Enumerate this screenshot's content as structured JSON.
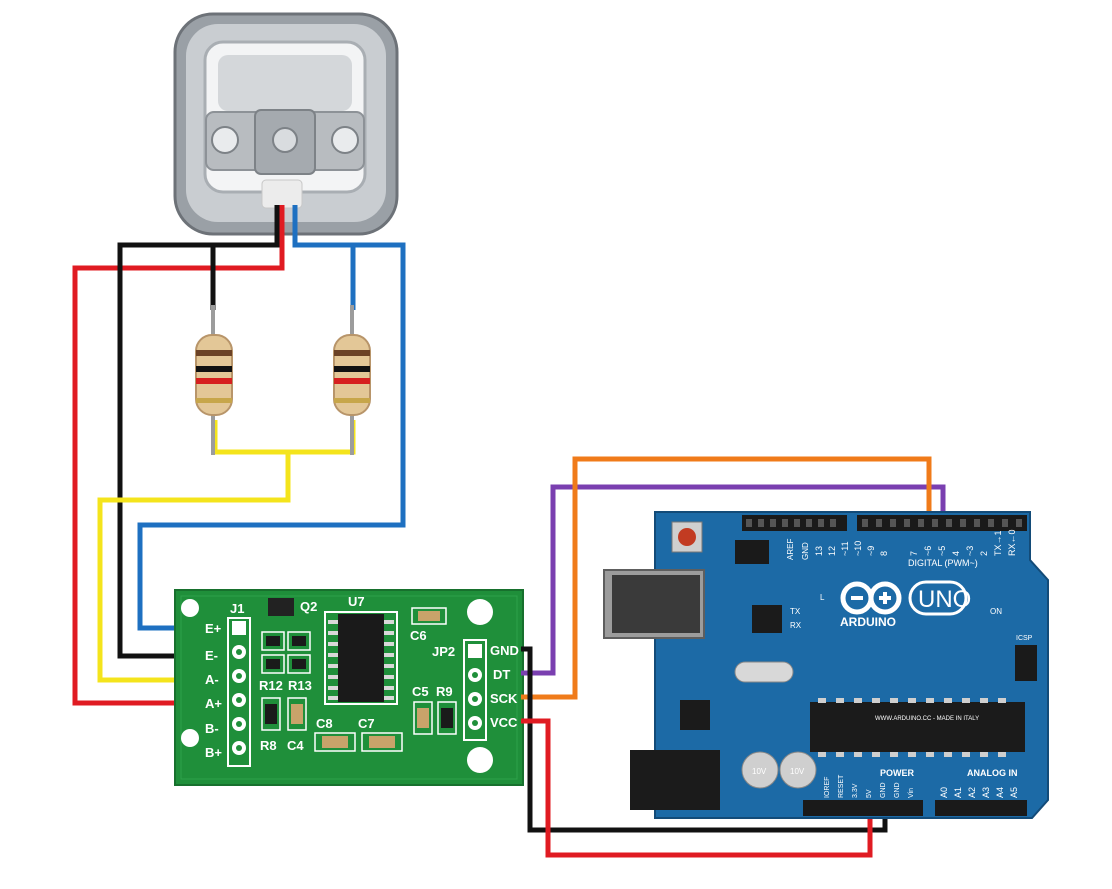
{
  "hx711": {
    "left_pins": [
      "E+",
      "E-",
      "A-",
      "A+",
      "B-",
      "B+"
    ],
    "right_pins": [
      "GND",
      "DT",
      "SCK",
      "VCC"
    ],
    "labels": {
      "j1": "J1",
      "q2": "Q2",
      "u7": "U7",
      "c6": "C6",
      "jp2": "JP2",
      "r12": "R12",
      "r13": "R13",
      "r8": "R8",
      "c4": "C4",
      "c8": "C8",
      "c7": "C7",
      "c5": "C5",
      "r9": "R9"
    }
  },
  "arduino": {
    "logo": "UNO",
    "brand": "ARDUINO",
    "digital_label": "DIGITAL (PWM~)",
    "aref": "AREF",
    "gnd": "GND",
    "digital_pins": [
      "13",
      "12",
      "~11",
      "~10",
      "~9",
      "8",
      "7",
      "~6",
      "~5",
      "4",
      "~3",
      "2",
      "TX→1",
      "RX←0"
    ],
    "tx": "TX",
    "rx": "RX",
    "l": "L",
    "on": "ON",
    "icsp": "ICSP",
    "website": "WWW.ARDUINO.CC - MADE IN ITALY",
    "power_label": "POWER",
    "analog_label": "ANALOG IN",
    "power_pins": [
      "IOREF",
      "RESET",
      "3.3V",
      "5V",
      "GND",
      "GND",
      "Vin"
    ],
    "analog_pins": [
      "A0",
      "A1",
      "A2",
      "A3",
      "A4",
      "A5"
    ],
    "cap_label": "10V"
  },
  "colors": {
    "red": "#e01b22",
    "black": "#111111",
    "blue": "#1e70c1",
    "yellow": "#f4e41c",
    "orange": "#f07b1a",
    "purple": "#7a3fb0",
    "pcb_green": "#1f8f3a",
    "arduino_blue": "#1c6aa6"
  }
}
